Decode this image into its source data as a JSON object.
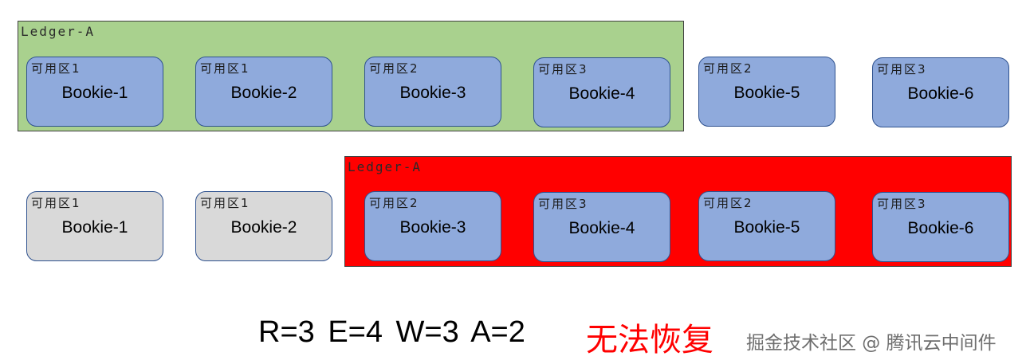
{
  "ledgers": [
    {
      "label": "Ledger-A",
      "color": "#a9d18e"
    },
    {
      "label": "Ledger-A",
      "color": "#ff0000"
    }
  ],
  "rows": [
    [
      {
        "zone": "可用区1",
        "name": "Bookie-1"
      },
      {
        "zone": "可用区1",
        "name": "Bookie-2"
      },
      {
        "zone": "可用区2",
        "name": "Bookie-3"
      },
      {
        "zone": "可用区3",
        "name": "Bookie-4"
      },
      {
        "zone": "可用区2",
        "name": "Bookie-5"
      },
      {
        "zone": "可用区3",
        "name": "Bookie-6"
      }
    ],
    [
      {
        "zone": "可用区1",
        "name": "Bookie-1"
      },
      {
        "zone": "可用区1",
        "name": "Bookie-2"
      },
      {
        "zone": "可用区2",
        "name": "Bookie-3"
      },
      {
        "zone": "可用区3",
        "name": "Bookie-4"
      },
      {
        "zone": "可用区2",
        "name": "Bookie-5"
      },
      {
        "zone": "可用区3",
        "name": "Bookie-6"
      }
    ]
  ],
  "params": "R=3 E=4 W=3 A=2",
  "status": "无法恢复",
  "watermark": "掘金技术社区 @ 腾讯云中间件",
  "colors": {
    "bookie": "#8faadc",
    "bookie_unavailable": "#d9d9d9",
    "status": "#ff0000"
  }
}
